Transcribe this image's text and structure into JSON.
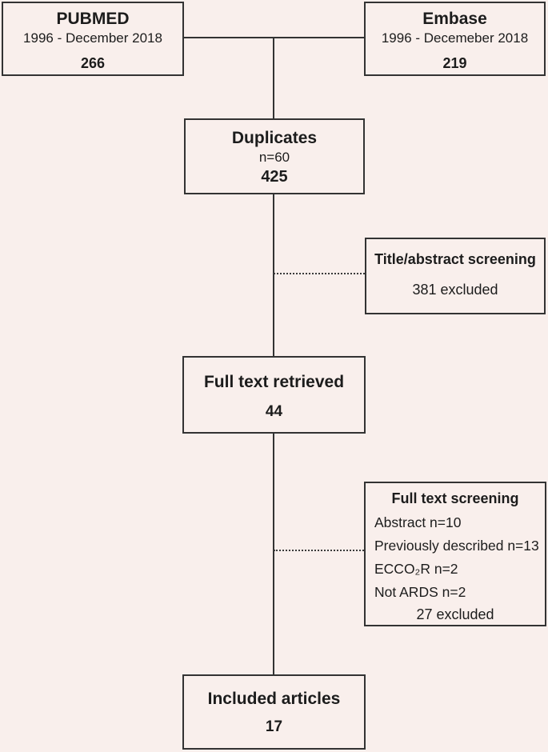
{
  "figure": {
    "colors": {
      "background": "#f9efec",
      "border": "#333333",
      "text": "#1c1c1c"
    },
    "pubmed_box": {
      "title": "PUBMED",
      "range": "1996 - December 2018",
      "count": "266"
    },
    "embase_box": {
      "title": "Embase",
      "range": "1996 - Decemeber 2018",
      "count": "219"
    },
    "duplicates_box": {
      "title": "Duplicates",
      "n_label": "n=60",
      "count": "425"
    },
    "title_abstract_box": {
      "title": "Title/abstract screening",
      "excluded": "381 excluded"
    },
    "full_text_retrieved_box": {
      "title": "Full text retrieved",
      "count": "44"
    },
    "full_text_screening_box": {
      "title": "Full text screening",
      "reasons": [
        "Abstract n=10",
        "Previously described n=13",
        "ECCO₂R n=2",
        "Not ARDS n=2"
      ],
      "excluded": "27 excluded"
    },
    "included_articles_box": {
      "title": "Included articles",
      "count": "17"
    }
  }
}
